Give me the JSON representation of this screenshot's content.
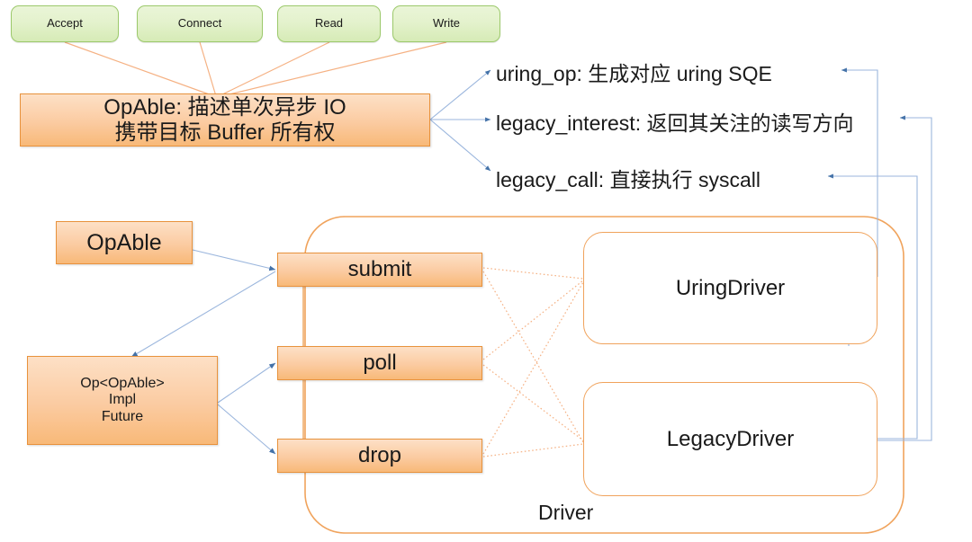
{
  "diagram": {
    "title": "OpAble / Op / Driver architecture",
    "colors": {
      "green_fill": "#e4f2cd",
      "green_border": "#9cc96b",
      "orange_fill": "#fbcba1",
      "orange_border": "#e8923c",
      "driver_border": "#f0a35c",
      "blue_connector": "#9bb6dd",
      "orange_connector": "#f5b183",
      "text": "#1a1a1a"
    },
    "op_kinds": [
      {
        "label": "Accept"
      },
      {
        "label": "Connect"
      },
      {
        "label": "Read"
      },
      {
        "label": "Write"
      }
    ],
    "opable_trait": {
      "line1": "OpAble: 描述单次异步 IO",
      "line2": "携带目标 Buffer 所有权"
    },
    "trait_methods": [
      {
        "label": "uring_op: 生成对应 uring SQE"
      },
      {
        "label": "legacy_interest: 返回其关注的读写方向"
      },
      {
        "label": "legacy_call: 直接执行 syscall"
      }
    ],
    "left_nodes": [
      {
        "label": "OpAble"
      },
      {
        "line1": "Op<OpAble>",
        "line2": "Impl",
        "line3": "Future"
      }
    ],
    "verbs": [
      {
        "label": "submit"
      },
      {
        "label": "poll"
      },
      {
        "label": "drop"
      }
    ],
    "drivers": [
      {
        "label": "UringDriver"
      },
      {
        "label": "LegacyDriver"
      }
    ],
    "driver_container_label": "Driver"
  }
}
